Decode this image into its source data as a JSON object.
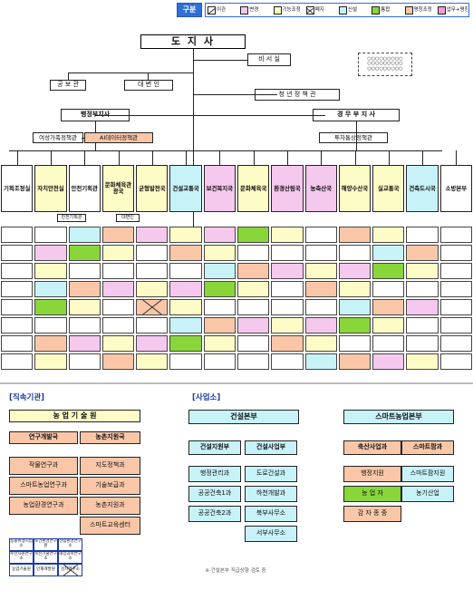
{
  "legend": {
    "title": "구분",
    "items": [
      {
        "label": "이관",
        "color": "#ffffff",
        "mark": "slash"
      },
      {
        "label": "변경",
        "color": "#f5c8ee"
      },
      {
        "label": "기능조정",
        "color": "#fdfbc6"
      },
      {
        "label": "폐지",
        "color": "#ffffff",
        "mark": "cross"
      },
      {
        "label": "신설",
        "color": "#c7f3f8"
      },
      {
        "label": "통합",
        "color": "#88d63a"
      },
      {
        "label": "명칭조정",
        "color": "#f9c7a8"
      },
      {
        "label": "업무+명칭",
        "color": "#f49bd8"
      }
    ]
  },
  "top": {
    "governor": "도 지 사",
    "secretary": "비 서 실",
    "audit": "공 보 관",
    "spokesman": "대 변 인",
    "audit_office": "청 년 정 책 관",
    "vice_admin": "행정부지사",
    "vice_econ": "경 무 부 지 사",
    "side_left": "여성가족정책관",
    "side_left2": "AI데이터정책관",
    "side_right": "투자통상정책관",
    "dotted_note": "○○○○○○○○○ ○○○○○○○○○ ○○○○○○○○○"
  },
  "bureaus": [
    {
      "name": "기획조정실",
      "color": "w"
    },
    {
      "name": "자치안전실",
      "color": "y"
    },
    {
      "name": "안전기획관",
      "color": "w"
    },
    {
      "name": "문화체육관광국",
      "color": "y"
    },
    {
      "name": "균형발전국",
      "color": "y"
    },
    {
      "name": "건설교통국",
      "color": "c"
    },
    {
      "name": "보건복지국",
      "color": "pk"
    },
    {
      "name": "문화체육국",
      "color": "y"
    },
    {
      "name": "환경산림국",
      "color": "pk"
    },
    {
      "name": "농축산국",
      "color": "pk"
    },
    {
      "name": "해양수산국",
      "color": "y"
    },
    {
      "name": "실교통국",
      "color": "y"
    },
    {
      "name": "건축도시국",
      "color": "c"
    },
    {
      "name": "소방본부",
      "color": "w"
    }
  ],
  "mini_labels": [
    "안전기획관",
    "대변인"
  ],
  "sections": {
    "direct": "[직속기관]",
    "business": "[사업소]"
  },
  "direct_head": "농 업 기 술 원",
  "direct_sub": [
    "연구개발국",
    "농촌지원국"
  ],
  "direct_left": [
    "작물연구과",
    "스마트농업연구과",
    "농업환경연구과"
  ],
  "direct_right": [
    "지도정책과",
    "기술보급과",
    "농촌지원과",
    "스마트교육센터"
  ],
  "biz_head": "건설본부",
  "biz_sub": [
    "건설지원부",
    "건설사업부"
  ],
  "biz_left": [
    "행정관리과",
    "공공건축1과",
    "공공건축2과"
  ],
  "biz_right": [
    "도로건설과",
    "하천개발과",
    "북부사무소",
    "서부사무소"
  ],
  "smart_head": "스마트농업본부",
  "smart_sub": [
    "축산사업과",
    "스마트팜과"
  ],
  "smart_left": [
    "행정지원",
    "농 업 자",
    "감 자 종 중"
  ],
  "smart_right": [
    "스마트팜지원",
    "농기산업"
  ],
  "bottom_grid": [
    "동물위생시험소",
    "보건환경연구원",
    "산림환경연구소",
    "수산자원연구소",
    "축산기술연구소",
    "해양과학연구소",
    "농업기술원",
    "인재개발원",
    "감자연구소"
  ],
  "footnote": "※ 건설본부 직급상향 검토 중"
}
